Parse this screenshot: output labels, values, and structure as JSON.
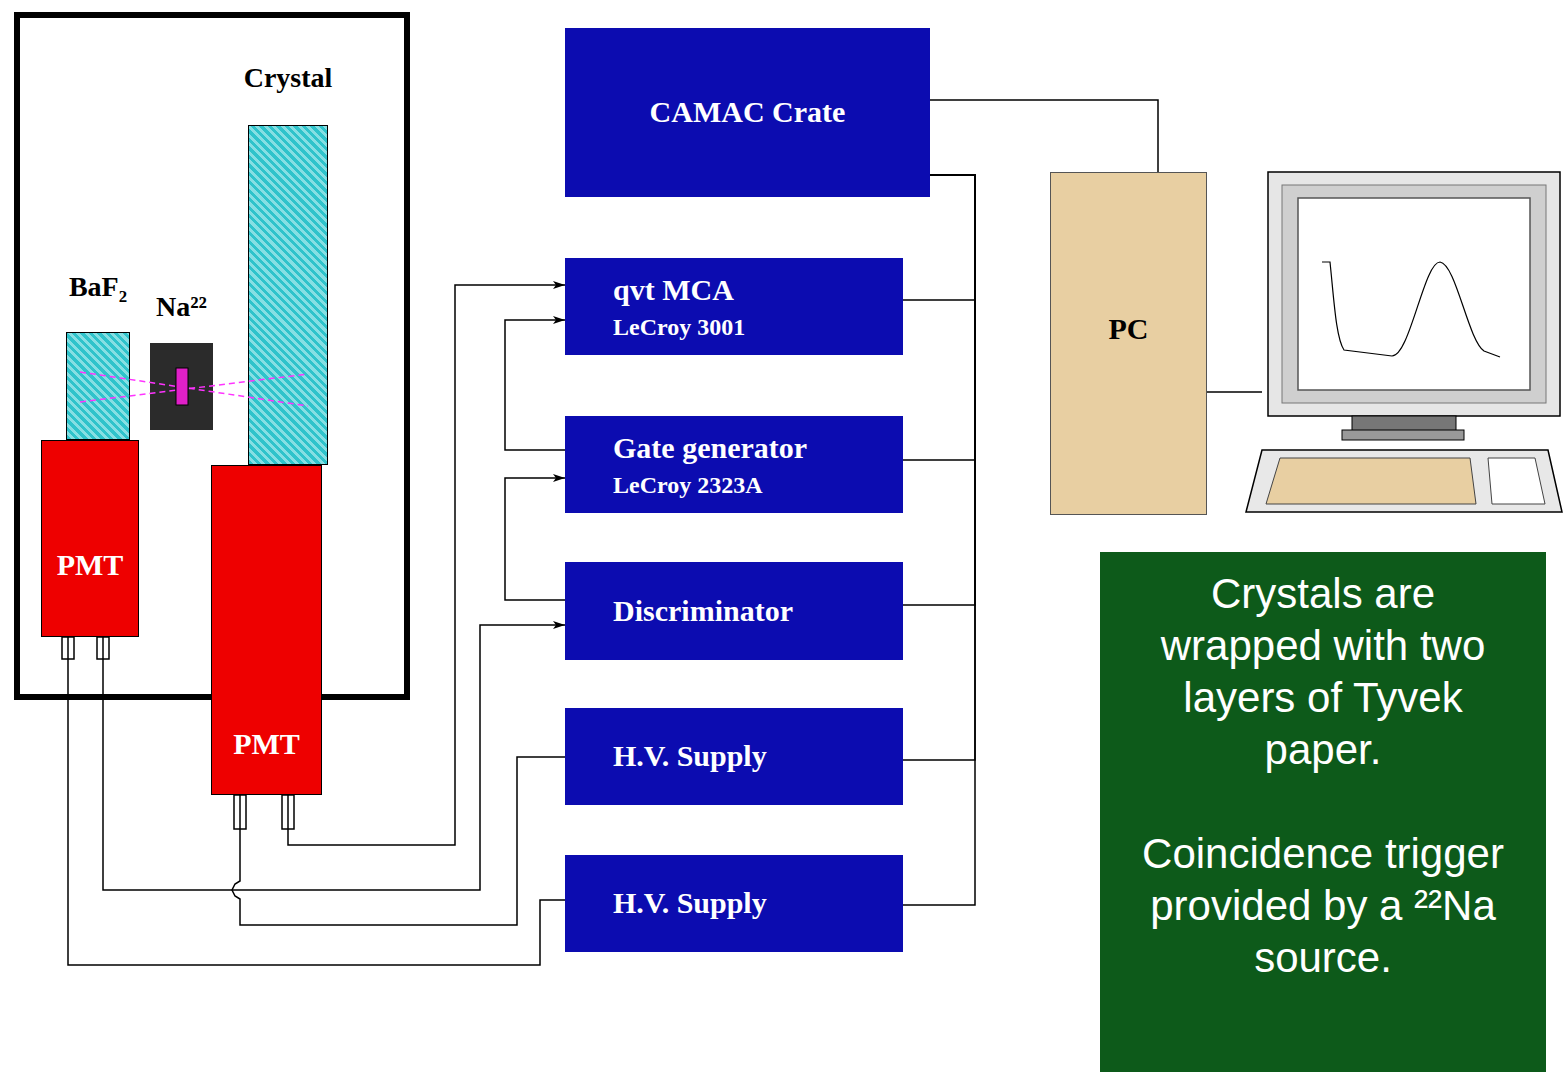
{
  "diagram": {
    "nodes": [
      {
        "text": [
          "BaF₂"
        ]
      },
      {
        "text": [
          "Na²²"
        ]
      },
      {
        "text": [
          "Crystal"
        ]
      },
      {
        "text": [
          "PMT"
        ]
      },
      {
        "text": [
          "PMT"
        ]
      },
      {
        "text": [
          "CAMAC Crate"
        ]
      },
      {
        "text": [
          "qvt MCA",
          "LeCroy 3001"
        ]
      },
      {
        "text": [
          "Gate generator",
          "LeCroy 2323A"
        ]
      },
      {
        "text": [
          "Discriminator"
        ]
      },
      {
        "text": [
          "H.V. Supply"
        ]
      },
      {
        "text": [
          "H.V. Supply"
        ]
      },
      {
        "text": [
          "PC"
        ]
      },
      {
        "text": [
          "Crystals are wrapped with two layers of Tyvek paper.",
          "Coincidence trigger provided by a ²²Na source."
        ]
      }
    ],
    "edges": [
      {
        "from": 4,
        "to": 6,
        "arrow": "to"
      },
      {
        "from": 3,
        "to": 8,
        "arrow": "to"
      },
      {
        "from": 4,
        "to": 9,
        "arrow": "none"
      },
      {
        "from": 3,
        "to": 10,
        "arrow": "none"
      },
      {
        "from": 8,
        "to": 7,
        "arrow": "to"
      },
      {
        "from": 7,
        "to": 6,
        "arrow": "to"
      },
      {
        "from": 5,
        "to": 6,
        "arrow": "none"
      },
      {
        "from": 5,
        "to": 7,
        "arrow": "none"
      },
      {
        "from": 5,
        "to": 8,
        "arrow": "none"
      },
      {
        "from": 5,
        "to": 9,
        "arrow": "none"
      },
      {
        "from": 5,
        "to": 10,
        "arrow": "none"
      },
      {
        "from": 5,
        "to": 11,
        "arrow": "none"
      }
    ]
  }
}
